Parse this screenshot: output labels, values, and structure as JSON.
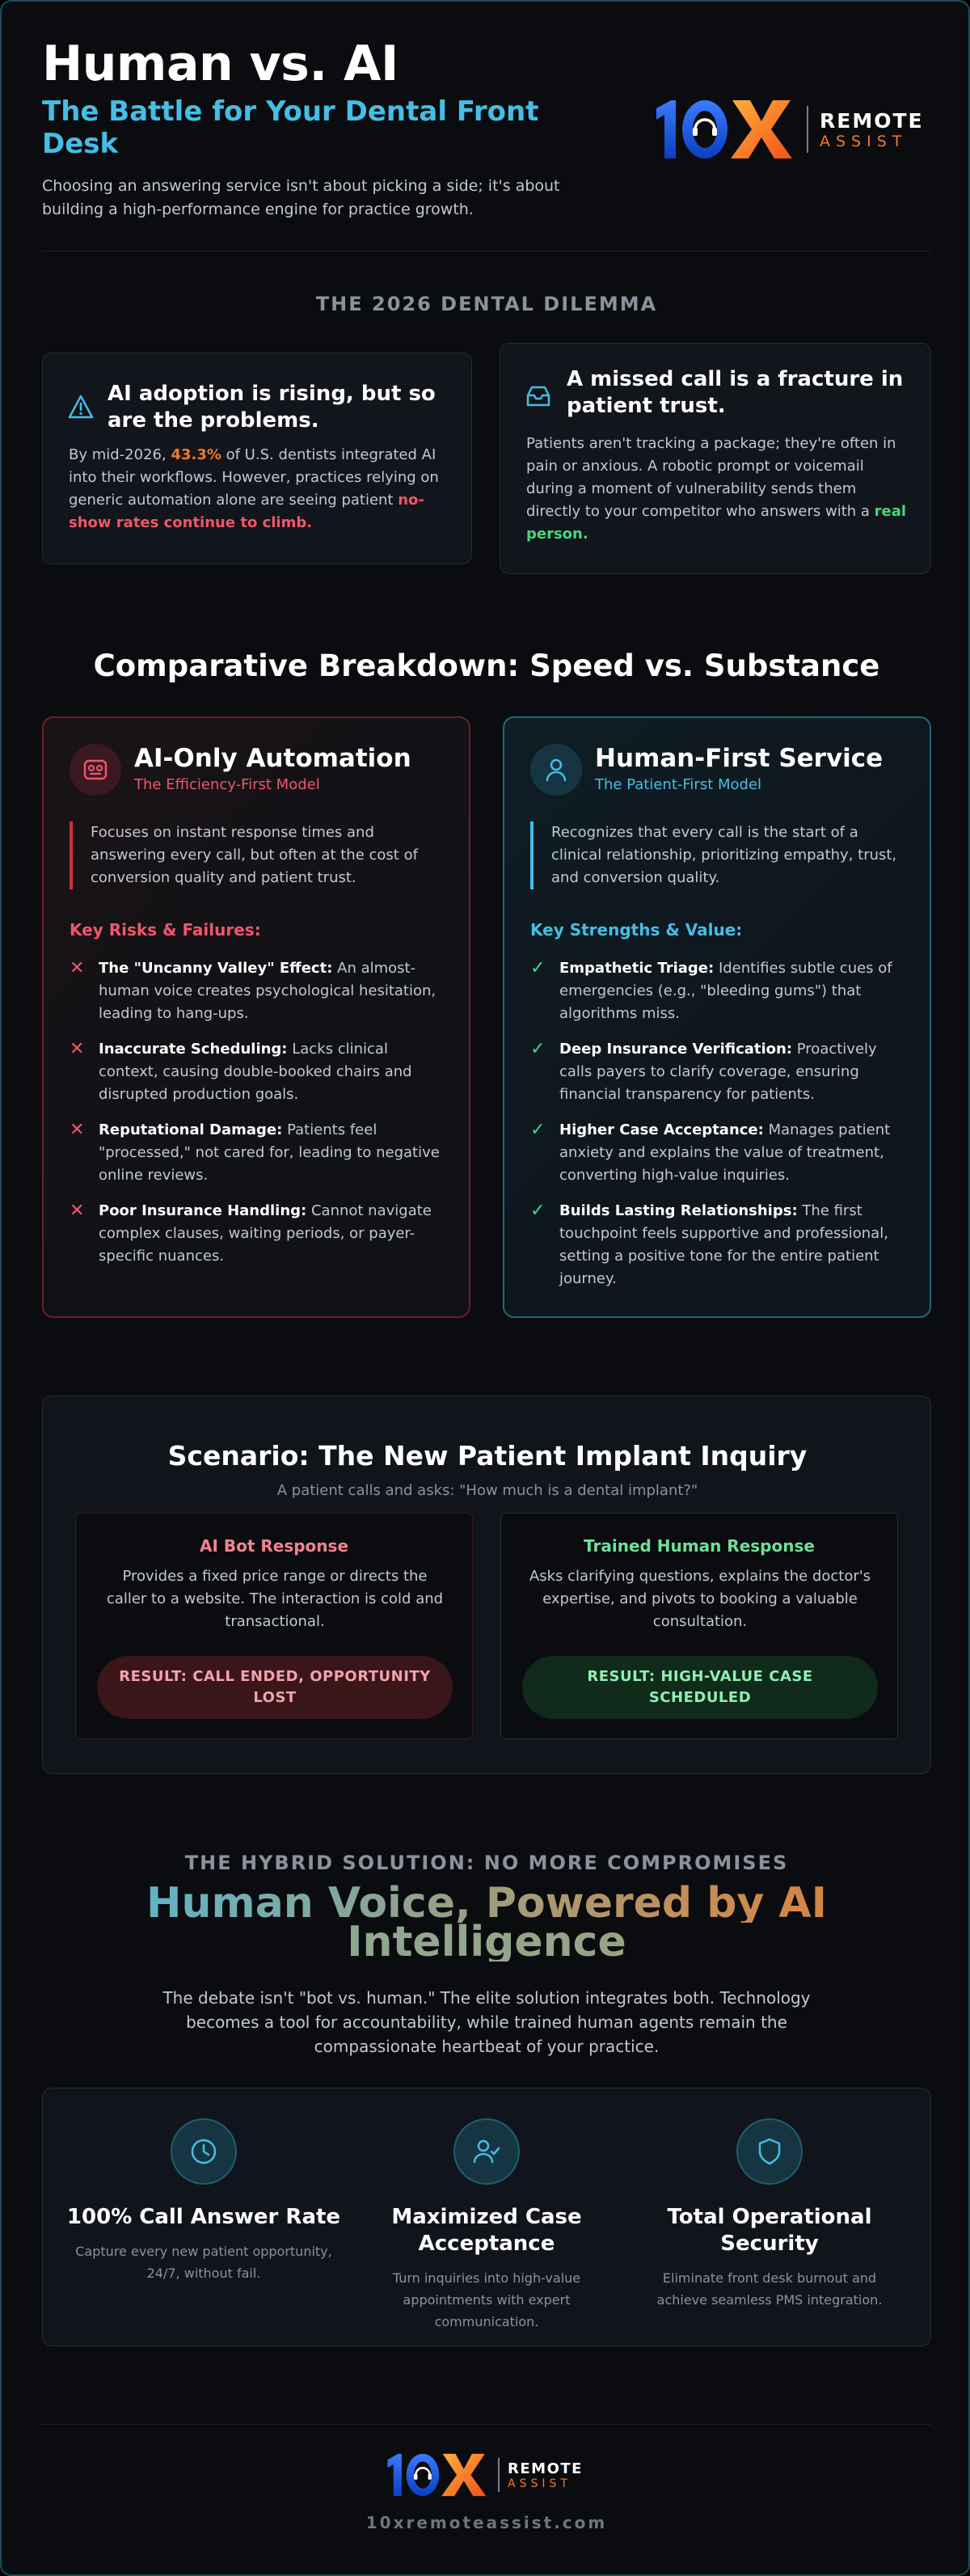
{
  "header": {
    "title": "Human vs. AI",
    "subtitle": "The Battle for Your Dental Front Desk",
    "description": "Choosing an answering service isn't about picking a side; it's about building a high-performance engine for practice growth.",
    "logo": {
      "mark": "10X",
      "line1": "REMOTE",
      "line2": "ASSIST"
    }
  },
  "dilemma": {
    "label": "THE 2026 DENTAL DILEMMA",
    "left": {
      "icon": "warning-triangle-icon",
      "title": "AI adoption is rising, but so are the problems.",
      "p1": "By mid-2026, ",
      "stat": "43.3%",
      "p2": " of U.S. dentists integrated AI into their workflows. However, practices relying on generic automation alone are seeing patient ",
      "alert": "no-show rates continue to climb."
    },
    "right": {
      "icon": "inbox-icon",
      "title": "A missed call is a fracture in patient trust.",
      "p1": "Patients aren't tracking a package; they're often in pain or anxious. A robotic prompt or voicemail during a moment of vulnerability sends them directly to your competitor who answers with a ",
      "highlight": "real person."
    }
  },
  "comparison": {
    "heading": "Comparative Breakdown: Speed vs. Substance",
    "ai": {
      "icon": "robot-icon",
      "title": "AI-Only Automation",
      "tagline": "The Efficiency-First Model",
      "quote": "Focuses on instant response times and answering every call, but often at the cost of conversion quality and patient trust.",
      "list_heading": "Key Risks & Failures:",
      "items": [
        {
          "bold": "The \"Uncanny Valley\" Effect:",
          "text": " An almost-human voice creates psychological hesitation, leading to hang-ups."
        },
        {
          "bold": "Inaccurate Scheduling:",
          "text": " Lacks clinical context, causing double-booked chairs and disrupted production goals."
        },
        {
          "bold": "Reputational Damage:",
          "text": " Patients feel \"processed,\" not cared for, leading to negative online reviews."
        },
        {
          "bold": "Poor Insurance Handling:",
          "text": " Cannot navigate complex clauses, waiting periods, or payer-specific nuances."
        }
      ]
    },
    "human": {
      "icon": "person-icon",
      "title": "Human-First Service",
      "tagline": "The Patient-First Model",
      "quote": "Recognizes that every call is the start of a clinical relationship, prioritizing empathy, trust, and conversion quality.",
      "list_heading": "Key Strengths & Value:",
      "items": [
        {
          "bold": "Empathetic Triage:",
          "text": " Identifies subtle cues of emergencies (e.g., \"bleeding gums\") that algorithms miss."
        },
        {
          "bold": "Deep Insurance Verification:",
          "text": " Proactively calls payers to clarify coverage, ensuring financial transparency for patients."
        },
        {
          "bold": "Higher Case Acceptance:",
          "text": " Manages patient anxiety and explains the value of treatment, converting high-value inquiries."
        },
        {
          "bold": "Builds Lasting Relationships:",
          "text": " The first touchpoint feels supportive and professional, setting a positive tone for the entire patient journey."
        }
      ]
    }
  },
  "scenario": {
    "title": "Scenario: The New Patient Implant Inquiry",
    "subtitle": "A patient calls and asks: \"How much is a dental implant?\"",
    "bot": {
      "title": "AI Bot Response",
      "body": "Provides a fixed price range or directs the caller to a website. The interaction is cold and transactional.",
      "result": "RESULT: CALL ENDED, OPPORTUNITY LOST"
    },
    "human": {
      "title": "Trained Human Response",
      "body": "Asks clarifying questions, explains the doctor's expertise, and pivots to booking a valuable consultation.",
      "result": "RESULT: HIGH-VALUE CASE SCHEDULED"
    }
  },
  "hybrid": {
    "label": "THE HYBRID SOLUTION: NO MORE COMPROMISES",
    "headline_line1": "Human Voice, Powered by AI",
    "headline_line2": "Intelligence",
    "description": "The debate isn't \"bot vs. human.\" The elite solution integrates both. Technology becomes a tool for accountability, while trained human agents remain the compassionate heartbeat of your practice.",
    "features": [
      {
        "icon": "clock-icon",
        "title": "100% Call Answer Rate",
        "body": "Capture every new patient opportunity, 24/7, without fail."
      },
      {
        "icon": "user-check-icon",
        "title": "Maximized Case Acceptance",
        "body": "Turn inquiries into high-value appointments with expert communication."
      },
      {
        "icon": "shield-icon",
        "title": "Total Operational Security",
        "body": "Eliminate front desk burnout and achieve seamless PMS integration."
      }
    ]
  },
  "footer": {
    "url": "10xremoteassist.com"
  },
  "colors": {
    "background": "#0b0c0f",
    "card": "#12151b",
    "cyan_accent": "#45bde4",
    "orange_accent": "#f07a2a",
    "red_accent": "#f0566a",
    "green_accent": "#47d680"
  }
}
